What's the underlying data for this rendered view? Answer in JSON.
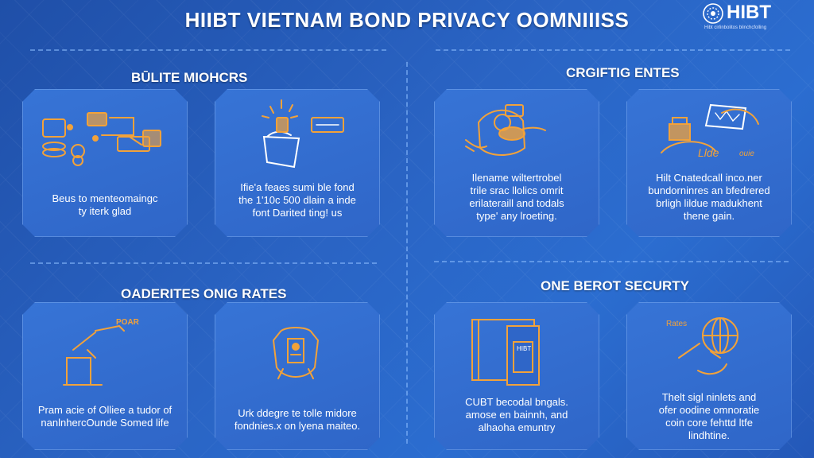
{
  "title": "HIIBT VIETNAM BOND PRIVACY OOMNIIISS",
  "logo": {
    "word": "HIBT",
    "sub": "Hibt cirlinbolitos blinchcfolling"
  },
  "colors": {
    "accent": "#f2a23a",
    "background": "#2a64c4",
    "card": "#3470d2"
  },
  "sections": {
    "tl": "BŪLITE MIOHCRS",
    "tr": "CRGIFTIG ENTES",
    "bl": "OADERITES ONIG RATES",
    "br": "ONE BEROT SECURTY"
  },
  "cards": {
    "c1": {
      "icon": "coins-network-icon",
      "lines": [
        "Beus to menteomaingc",
        "ty iterk glad"
      ]
    },
    "c2": {
      "icon": "handshake-document-icon",
      "lines": [
        "Ifie'a feaes sumi ble fond",
        "the 1'10c 500 dlain a inde",
        "font Darited ting! us"
      ]
    },
    "c3": {
      "icon": "bag-coins-icon",
      "lines": [
        "Ilename wiltertrobel",
        "trile srac llolics omrit",
        "erilateraill and todals",
        "type' any lroeting."
      ]
    },
    "c4": {
      "icon": "box-chart-icon",
      "labels": [
        "Llde",
        "ouie"
      ],
      "lines": [
        "Hilt Cnatedcall inco.ner",
        "bundorninres an bfedrered",
        "brligh lildue madukhent",
        "thene gain."
      ]
    },
    "c5": {
      "icon": "chart-arrow-icon",
      "labels": [
        "POAR"
      ],
      "lines": [
        "Pram acie of Olliee a tudor of",
        "nanlnhercOunde Somed life"
      ]
    },
    "c6": {
      "icon": "shield-emblem-icon",
      "lines": [
        "Urk ddegre te tolle midore",
        "fondnies.x on lyena maiteo."
      ]
    },
    "c7": {
      "icon": "document-phone-icon",
      "labels": [
        "HIBT"
      ],
      "lines": [
        "CUBT becodal bngals.",
        "amose en bainnh, and",
        "alhaoha emuntry"
      ]
    },
    "c8": {
      "icon": "globe-hand-icon",
      "labels": [
        "Rates"
      ],
      "lines": [
        "Thelt sigl ninlets and",
        "ofer oodine omnoratie",
        "coin core fehttd ltfe",
        "lindhtine."
      ]
    }
  }
}
